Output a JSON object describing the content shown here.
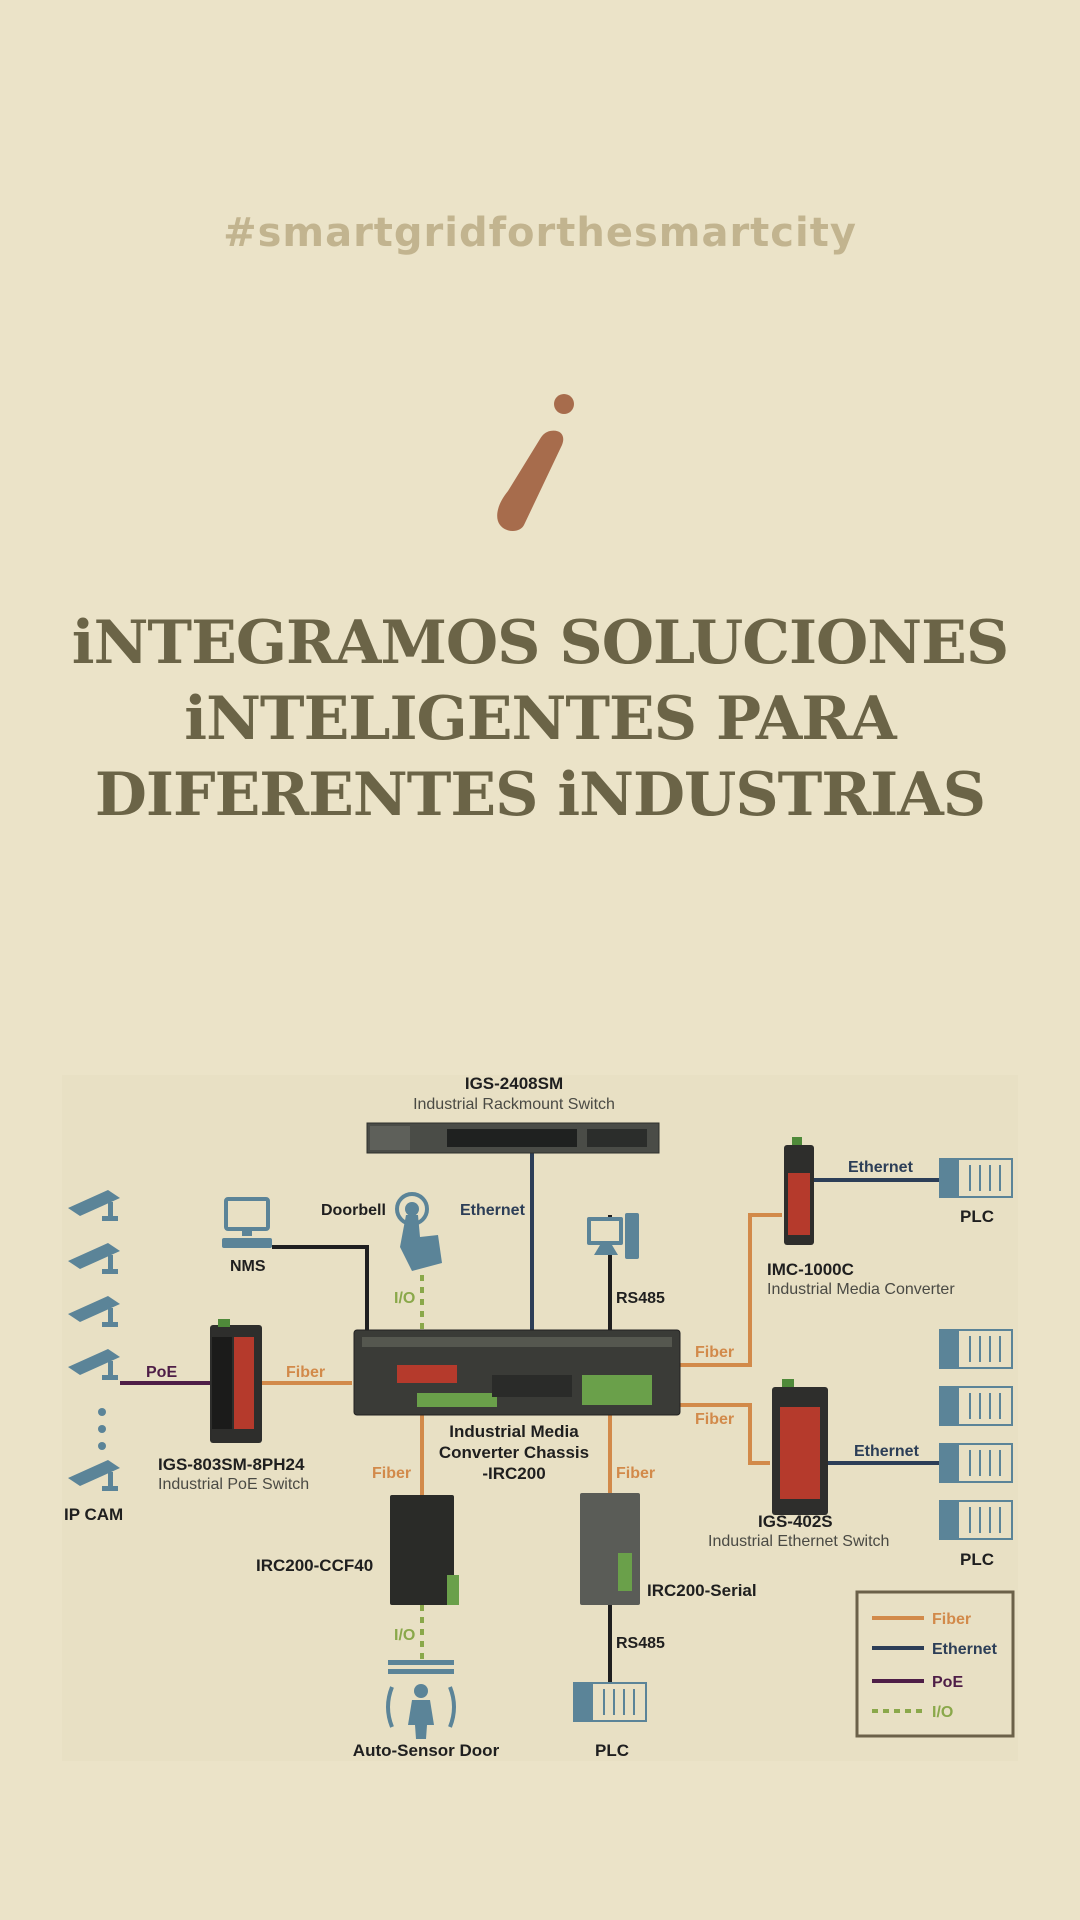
{
  "hashtag": "#smartgridforthesmartcity",
  "headline": {
    "line1": "iNTEGRAMOS SOLUCIONES",
    "line2": "iNTELIGENTES PARA",
    "line3": "DIFERENTES iNDUSTRIAS"
  },
  "diagram": {
    "rack_switch": {
      "model": "IGS-2408SM",
      "desc": "Industrial Rackmount Switch"
    },
    "chassis": {
      "line1": "Industrial Media",
      "line2": "Converter Chassis",
      "line3": "-IRC200"
    },
    "poe_switch": {
      "model": "IGS-803SM-8PH24",
      "desc": "Industrial PoE Switch"
    },
    "media_converter": {
      "model": "IMC-1000C",
      "desc": "Industrial Media Converter"
    },
    "eth_switch": {
      "model": "IGS-402S",
      "desc": "Industrial Ethernet Switch"
    },
    "ccf40": "IRC200-CCF40",
    "serial": "IRC200-Serial",
    "ipcam": "IP CAM",
    "nms": "NMS",
    "doorbell": "Doorbell",
    "autodoor": "Auto-Sensor Door",
    "plc_top": "PLC",
    "plc_right": "PLC",
    "plc_bottom": "PLC",
    "lbl_poe": "PoE",
    "lbl_fiber_left": "Fiber",
    "lbl_ethernet_top": "Ethernet",
    "lbl_rs485_top": "RS485",
    "lbl_io_top": "I/O",
    "lbl_fiber_right1": "Fiber",
    "lbl_ethernet_right1": "Ethernet",
    "lbl_fiber_right2": "Fiber",
    "lbl_ethernet_right2": "Ethernet",
    "lbl_fiber_down_left": "Fiber",
    "lbl_fiber_down_right": "Fiber",
    "lbl_io_bottom": "I/O",
    "lbl_rs485_bottom": "RS485",
    "legend": {
      "fiber": "Fiber",
      "ethernet": "Ethernet",
      "poe": "PoE",
      "io": "I/O"
    },
    "colors": {
      "fiber": "#d28a4a",
      "ethernet": "#2c3e57",
      "poe": "#4e1e47",
      "io": "#8aa84a",
      "icon": "#5b8498"
    }
  }
}
